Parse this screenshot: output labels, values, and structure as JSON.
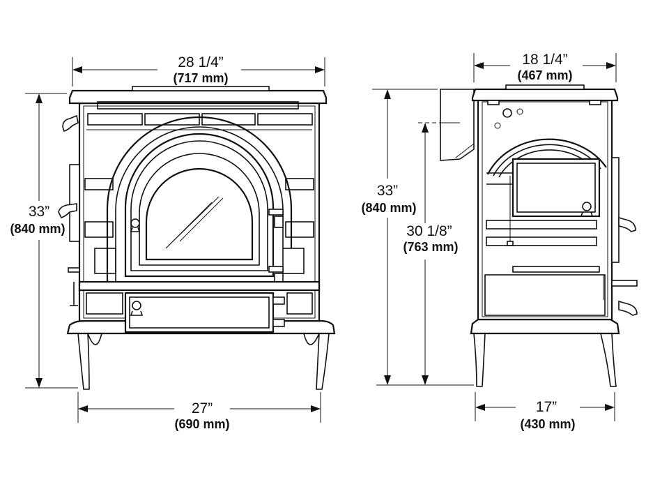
{
  "front_view": {
    "width_top": {
      "imperial": "28 1/4”",
      "metric": "(717 mm)"
    },
    "height": {
      "imperial": "33”",
      "metric": "(840 mm)"
    },
    "width_bottom": {
      "imperial": "27”",
      "metric": "(690 mm)"
    }
  },
  "side_view": {
    "width_top": {
      "imperial": "18 1/4”",
      "metric": "(467 mm)"
    },
    "height_total": {
      "imperial": "33”",
      "metric": "(840 mm)"
    },
    "height_flue": {
      "imperial": "30 1/8”",
      "metric": "(763 mm)"
    },
    "depth_bottom": {
      "imperial": "17”",
      "metric": "(430 mm)"
    }
  },
  "colors": {
    "line": "#111111",
    "background": "#ffffff"
  }
}
